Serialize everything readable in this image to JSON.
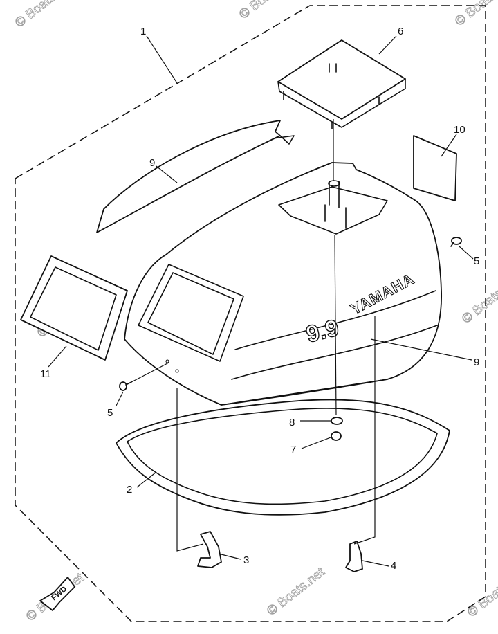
{
  "diagram": {
    "brand_text": "YAMAHA",
    "model_text": "9.9",
    "direction_label": "FWD",
    "watermark": "© Boats.net",
    "callouts": [
      {
        "id": "c1",
        "text": "1"
      },
      {
        "id": "c2",
        "text": "2"
      },
      {
        "id": "c3",
        "text": "3"
      },
      {
        "id": "c4",
        "text": "4"
      },
      {
        "id": "c5a",
        "text": "5"
      },
      {
        "id": "c5b",
        "text": "5"
      },
      {
        "id": "c6",
        "text": "6"
      },
      {
        "id": "c7",
        "text": "7"
      },
      {
        "id": "c8",
        "text": "8"
      },
      {
        "id": "c9a",
        "text": "9"
      },
      {
        "id": "c9b",
        "text": "9"
      },
      {
        "id": "c10",
        "text": "10"
      },
      {
        "id": "c11",
        "text": "11"
      }
    ]
  }
}
